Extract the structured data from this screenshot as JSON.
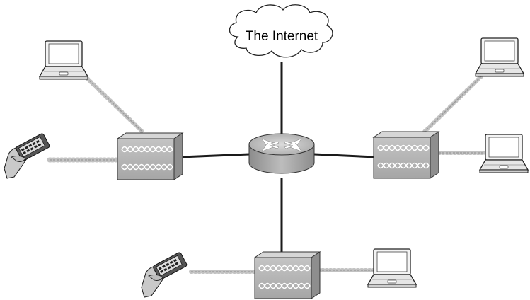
{
  "cloud": {
    "label": "The Internet"
  },
  "colors": {
    "device_gray": "#b4b4b4",
    "device_dark": "#8a8a8a",
    "link": "#1a1a1a",
    "coil": "#9a9a9a"
  },
  "nodes": {
    "router": {
      "icon": "router-icon"
    },
    "access_points": [
      {
        "id": "ap-left",
        "icon": "wireless-access-point-icon"
      },
      {
        "id": "ap-right",
        "icon": "wireless-access-point-icon"
      },
      {
        "id": "ap-bottom",
        "icon": "wireless-access-point-icon"
      }
    ],
    "clients": [
      {
        "id": "laptop-top-left",
        "icon": "laptop-icon"
      },
      {
        "id": "pda-left",
        "icon": "handheld-pda-icon"
      },
      {
        "id": "laptop-top-right",
        "icon": "laptop-icon"
      },
      {
        "id": "laptop-right",
        "icon": "laptop-icon"
      },
      {
        "id": "pda-bottom",
        "icon": "handheld-pda-icon"
      },
      {
        "id": "laptop-bottom",
        "icon": "laptop-icon"
      }
    ]
  }
}
